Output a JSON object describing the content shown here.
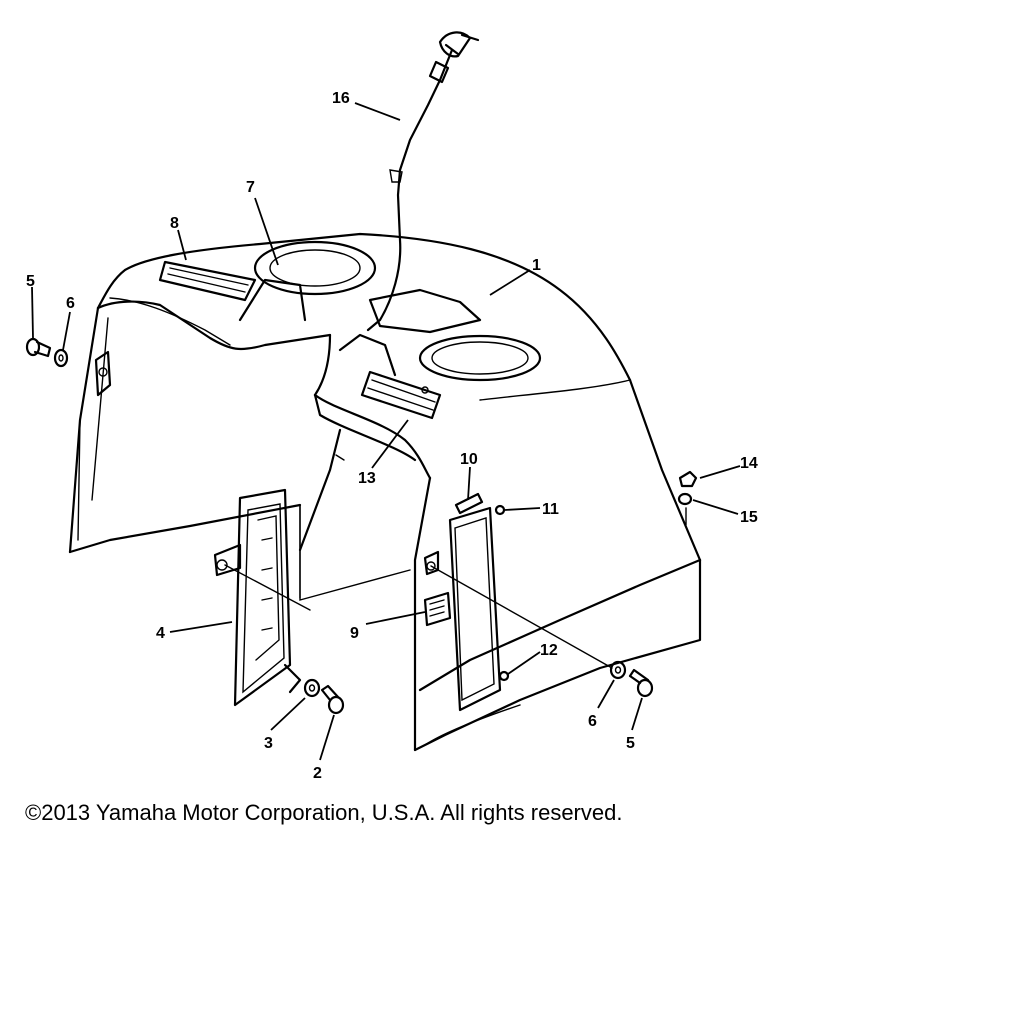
{
  "diagram": {
    "callouts": {
      "c1": "1",
      "c2": "2",
      "c3": "3",
      "c4": "4",
      "c5a": "5",
      "c5b": "5",
      "c6a": "6",
      "c6b": "6",
      "c7": "7",
      "c8": "8",
      "c9": "9",
      "c10": "10",
      "c11": "11",
      "c12": "12",
      "c13": "13",
      "c14": "14",
      "c15": "15",
      "c16": "16"
    }
  },
  "footer": {
    "copyright": "©2013 Yamaha Motor Corporation, U.S.A. All rights reserved."
  }
}
